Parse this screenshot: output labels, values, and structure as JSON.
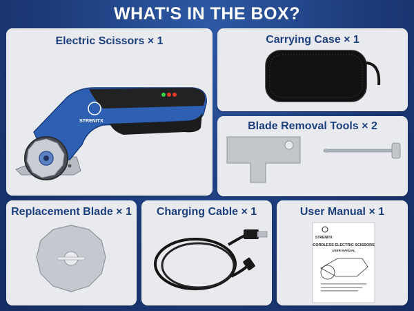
{
  "header": {
    "title": "WHAT'S IN THE BOX?"
  },
  "items": [
    {
      "label": "Electric Scissors × 1"
    },
    {
      "label": "Carrying Case × 1"
    },
    {
      "label": "Blade Removal Tools × 2"
    },
    {
      "label": "Replacement Blade × 1"
    },
    {
      "label": "Charging Cable × 1"
    },
    {
      "label": "User Manual × 1"
    }
  ],
  "product": {
    "brand": "STRENITX",
    "manual_title": "CORDLESS ELECTRIC SCISSORS",
    "manual_subtitle": "USER MANUAL"
  },
  "colors": {
    "background": "#1f3f7e",
    "card": "#e9eaee",
    "title_text": "#1e3f7e",
    "tool_blue": "#2d5fb3"
  }
}
